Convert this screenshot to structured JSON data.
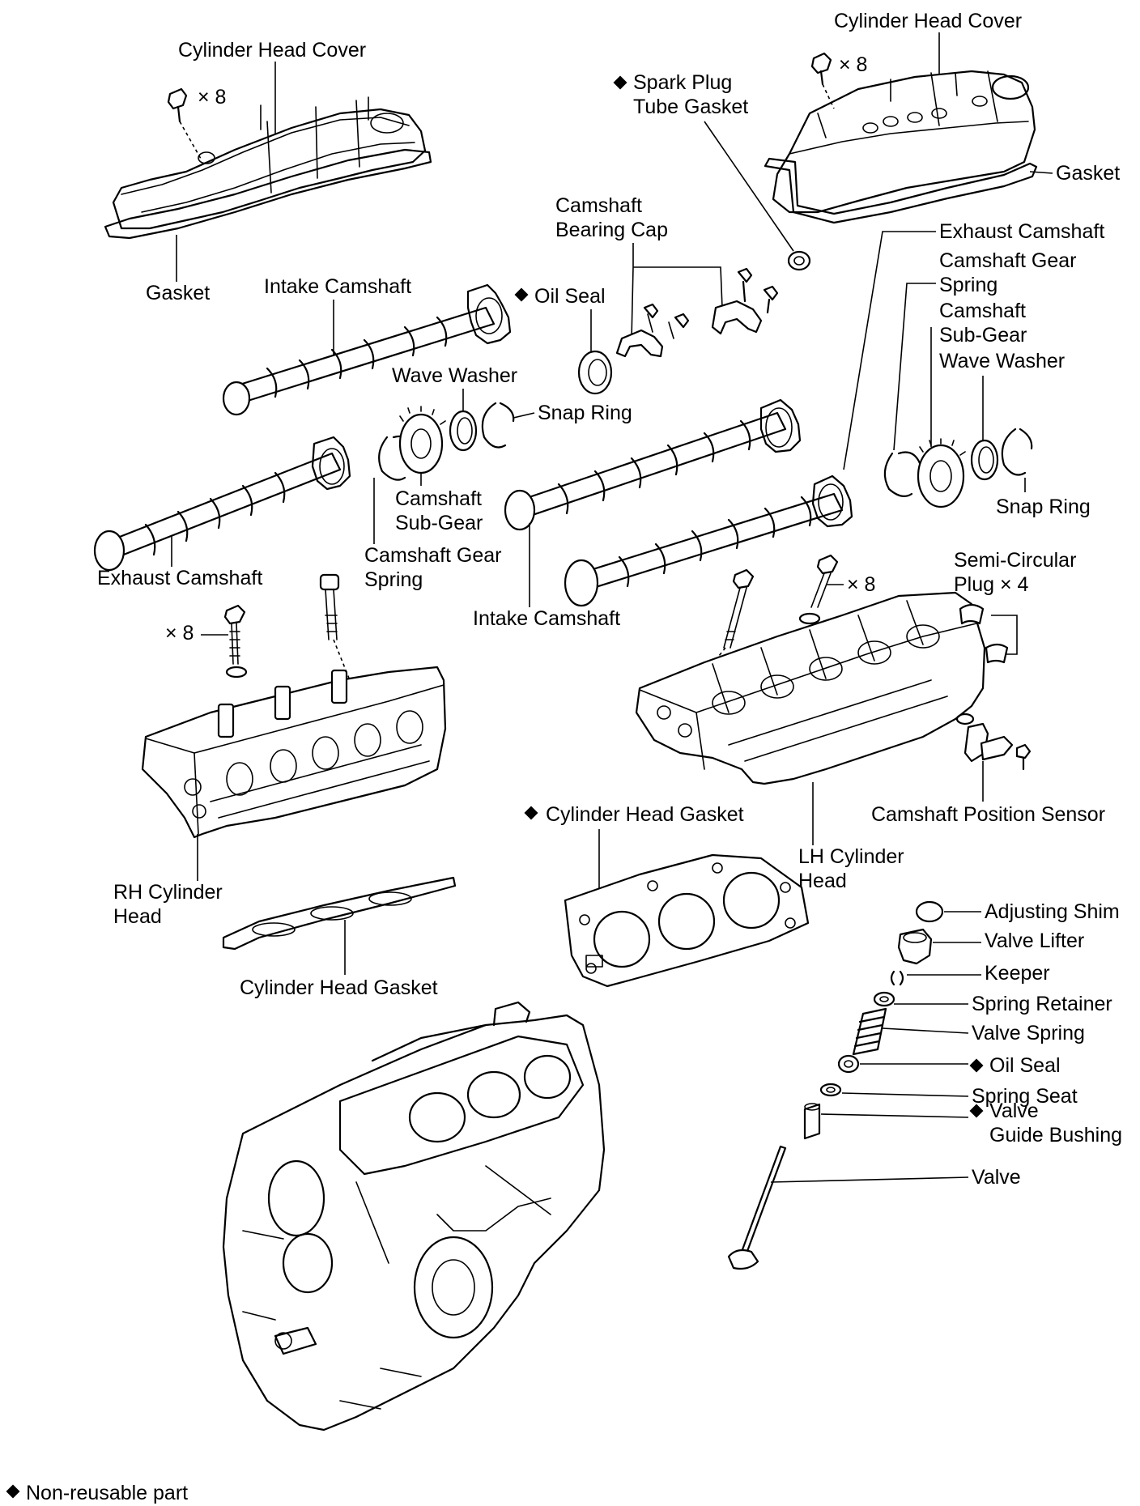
{
  "labels": {
    "rh_cover": "Cylinder Head Cover",
    "rh_cover_bolts": "× 8",
    "rh_gasket": "Gasket",
    "lh_cover": "Cylinder Head Cover",
    "lh_cover_bolts": "× 8",
    "lh_gasket": "Gasket",
    "spark_plug_gasket_1": "Spark Plug",
    "spark_plug_gasket_2": "Tube Gasket",
    "cam_bearing_cap_1": "Camshaft",
    "cam_bearing_cap_2": "Bearing Cap",
    "oil_seal_top": "Oil Seal",
    "intake_cam_rh": "Intake Camshaft",
    "exhaust_cam_lh": "Exhaust Camshaft",
    "cam_gear_spring_lh_1": "Camshaft Gear",
    "cam_gear_spring_lh_2": "Spring",
    "cam_subgear_lh_1": "Camshaft",
    "cam_subgear_lh_2": "Sub-Gear",
    "wave_washer_lh": "Wave Washer",
    "wave_washer_rh": "Wave Washer",
    "snap_ring_rh": "Snap Ring",
    "snap_ring_lh": "Snap Ring",
    "cam_subgear_rh_1": "Camshaft",
    "cam_subgear_rh_2": "Sub-Gear",
    "cam_gear_spring_rh_1": "Camshaft Gear",
    "cam_gear_spring_rh_2": "Spring",
    "exhaust_cam_rh": "Exhaust Camshaft",
    "intake_cam_lh": "Intake Camshaft",
    "rh_head_bolts": "× 8",
    "lh_head_bolts": "× 8",
    "semi_plug_1": "Semi-Circular",
    "semi_plug_2": "Plug × 4",
    "cam_position_sensor": "Camshaft Position Sensor",
    "head_gasket_lh": "Cylinder Head Gasket",
    "lh_head_1": "LH Cylinder",
    "lh_head_2": "Head",
    "rh_head_1": "RH Cylinder",
    "rh_head_2": "Head",
    "head_gasket_rh": "Cylinder Head Gasket",
    "adjusting_shim": "Adjusting Shim",
    "valve_lifter": "Valve Lifter",
    "keeper": "Keeper",
    "spring_retainer": "Spring Retainer",
    "valve_spring": "Valve Spring",
    "oil_seal_valve": "Oil Seal",
    "spring_seat": "Spring Seat",
    "valve_guide_1": "Valve",
    "valve_guide_2": "Guide Bushing",
    "valve": "Valve",
    "legend": "Non-reusable part"
  }
}
